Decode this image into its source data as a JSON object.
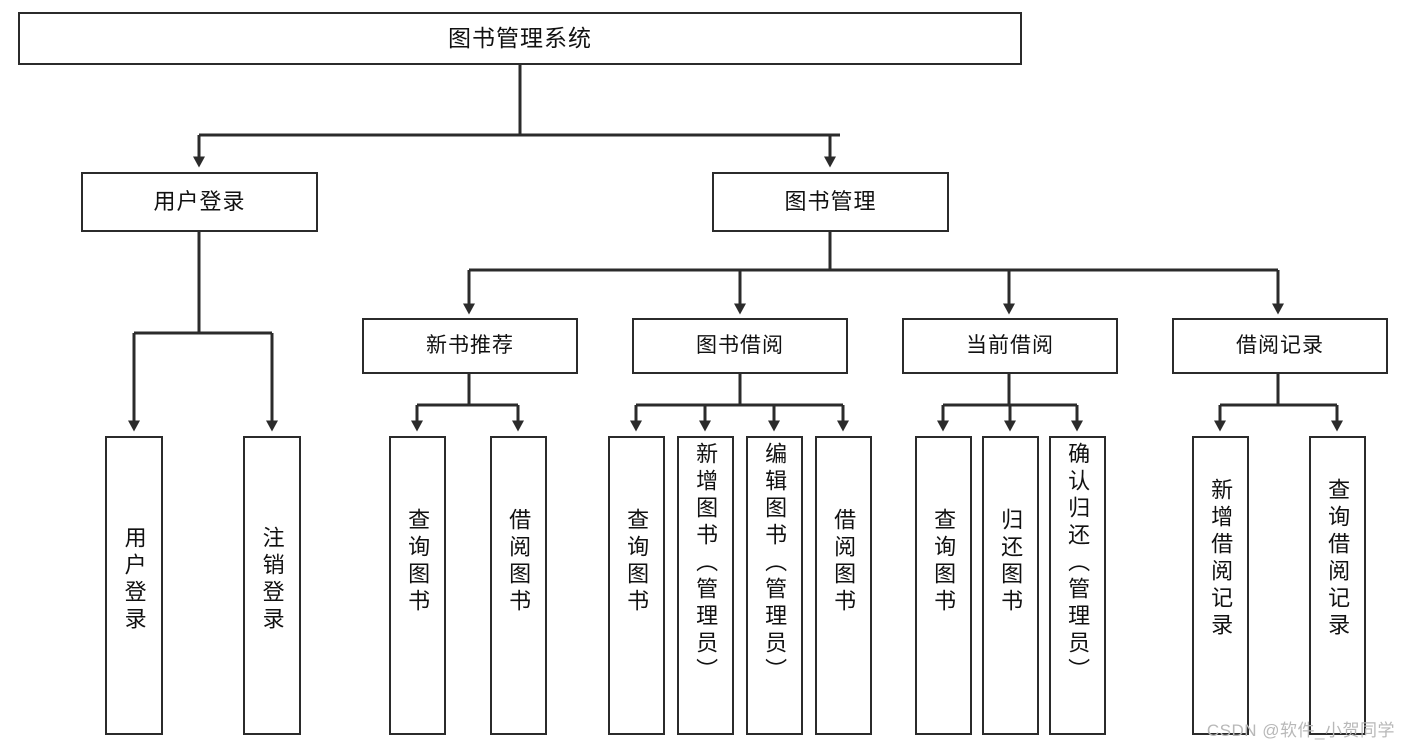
{
  "diagram": {
    "title": "图书管理系统",
    "type": "hierarchy-tree",
    "colors": {
      "box_border": "#2b2b2b",
      "box_fill": "#ffffff",
      "connector": "#2b2b2b",
      "background": "#ffffff",
      "watermark": "#b8b8b8"
    },
    "root": {
      "label": "图书管理系统"
    },
    "level1": [
      {
        "label": "用户登录"
      },
      {
        "label": "图书管理"
      }
    ],
    "level2": [
      {
        "label": "新书推荐"
      },
      {
        "label": "图书借阅"
      },
      {
        "label": "当前借阅"
      },
      {
        "label": "借阅记录"
      }
    ],
    "leaves": {
      "user_login": [
        {
          "label": "用户登录"
        },
        {
          "label": "注销登录"
        }
      ],
      "new_book_recommend": [
        {
          "label": "查询图书"
        },
        {
          "label": "借阅图书"
        }
      ],
      "book_borrow": [
        {
          "label": "查询图书"
        },
        {
          "label": "新增图书（管理员）"
        },
        {
          "label": "编辑图书（管理员）"
        },
        {
          "label": "借阅图书"
        }
      ],
      "current_borrow": [
        {
          "label": "查询图书"
        },
        {
          "label": "归还图书"
        },
        {
          "label": "确认归还（管理员）"
        }
      ],
      "borrow_record": [
        {
          "label": "新增借阅记录"
        },
        {
          "label": "查询借阅记录"
        }
      ]
    }
  },
  "watermark": {
    "text": "CSDN @软件_小贺同学"
  }
}
